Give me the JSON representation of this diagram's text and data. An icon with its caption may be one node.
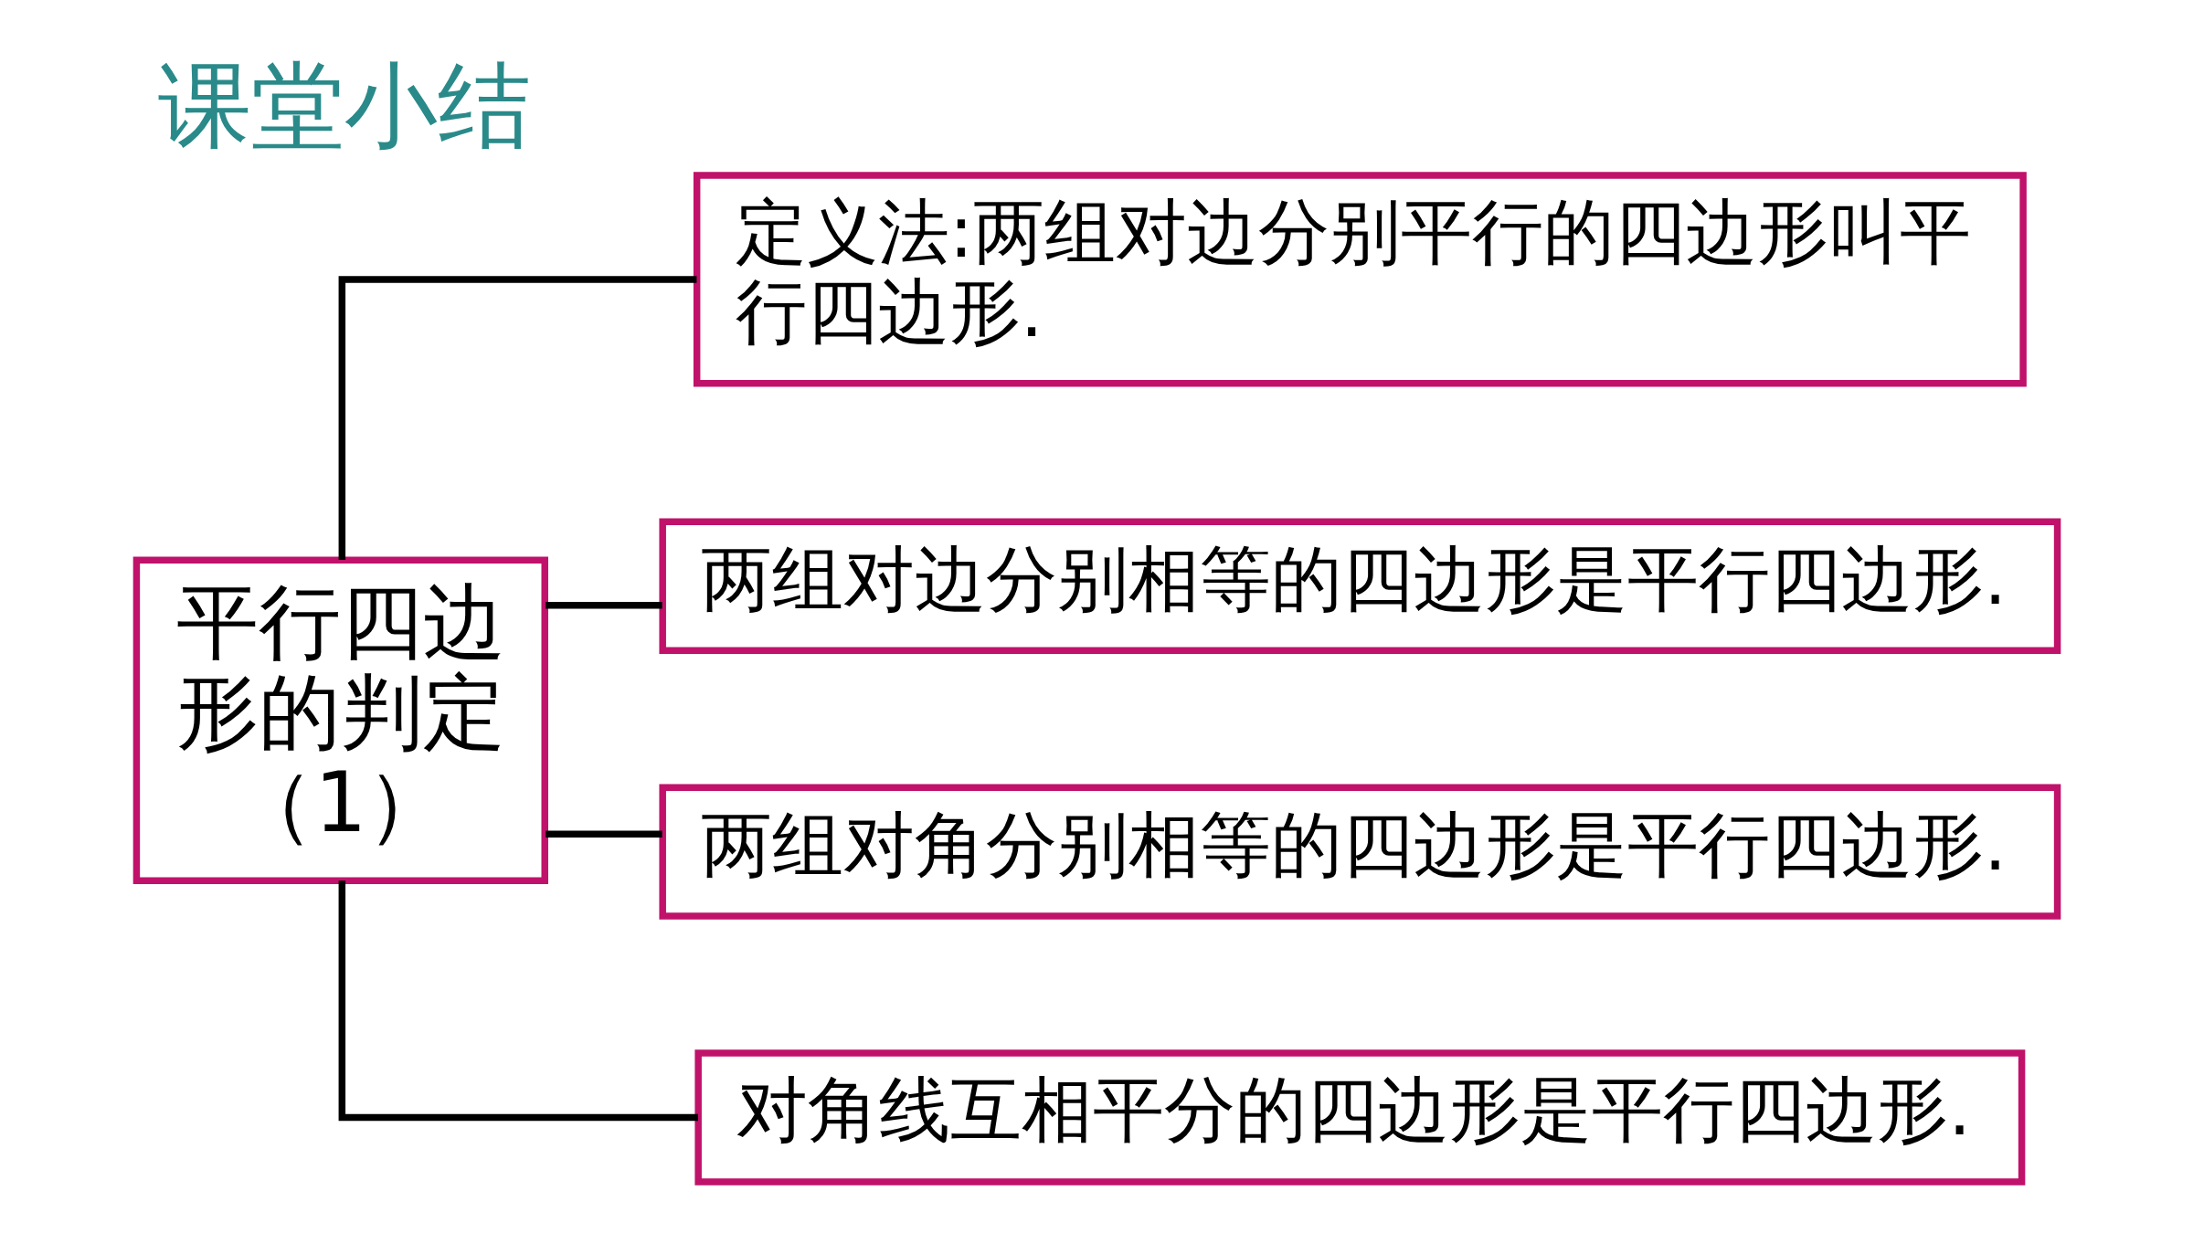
{
  "diagram": {
    "title": "课堂小结",
    "nodes": [
      {
        "text": [
          "平行四边形的判定（1）"
        ]
      },
      {
        "text": [
          "定义法:两组对边分别平行的四边形叫平行四边形."
        ]
      },
      {
        "text": [
          "两组对边分别相等的四边形是平行四边形."
        ]
      },
      {
        "text": [
          "两组对角分别相等的四边形是平行四边形."
        ]
      },
      {
        "text": [
          "对角线互相平分的四边形是平行四边形."
        ]
      }
    ],
    "edges": [
      {
        "from": 0,
        "to": 1,
        "arrow": "none"
      },
      {
        "from": 0,
        "to": 2,
        "arrow": "none"
      },
      {
        "from": 0,
        "to": 3,
        "arrow": "none"
      },
      {
        "from": 0,
        "to": 4,
        "arrow": "none"
      }
    ]
  }
}
